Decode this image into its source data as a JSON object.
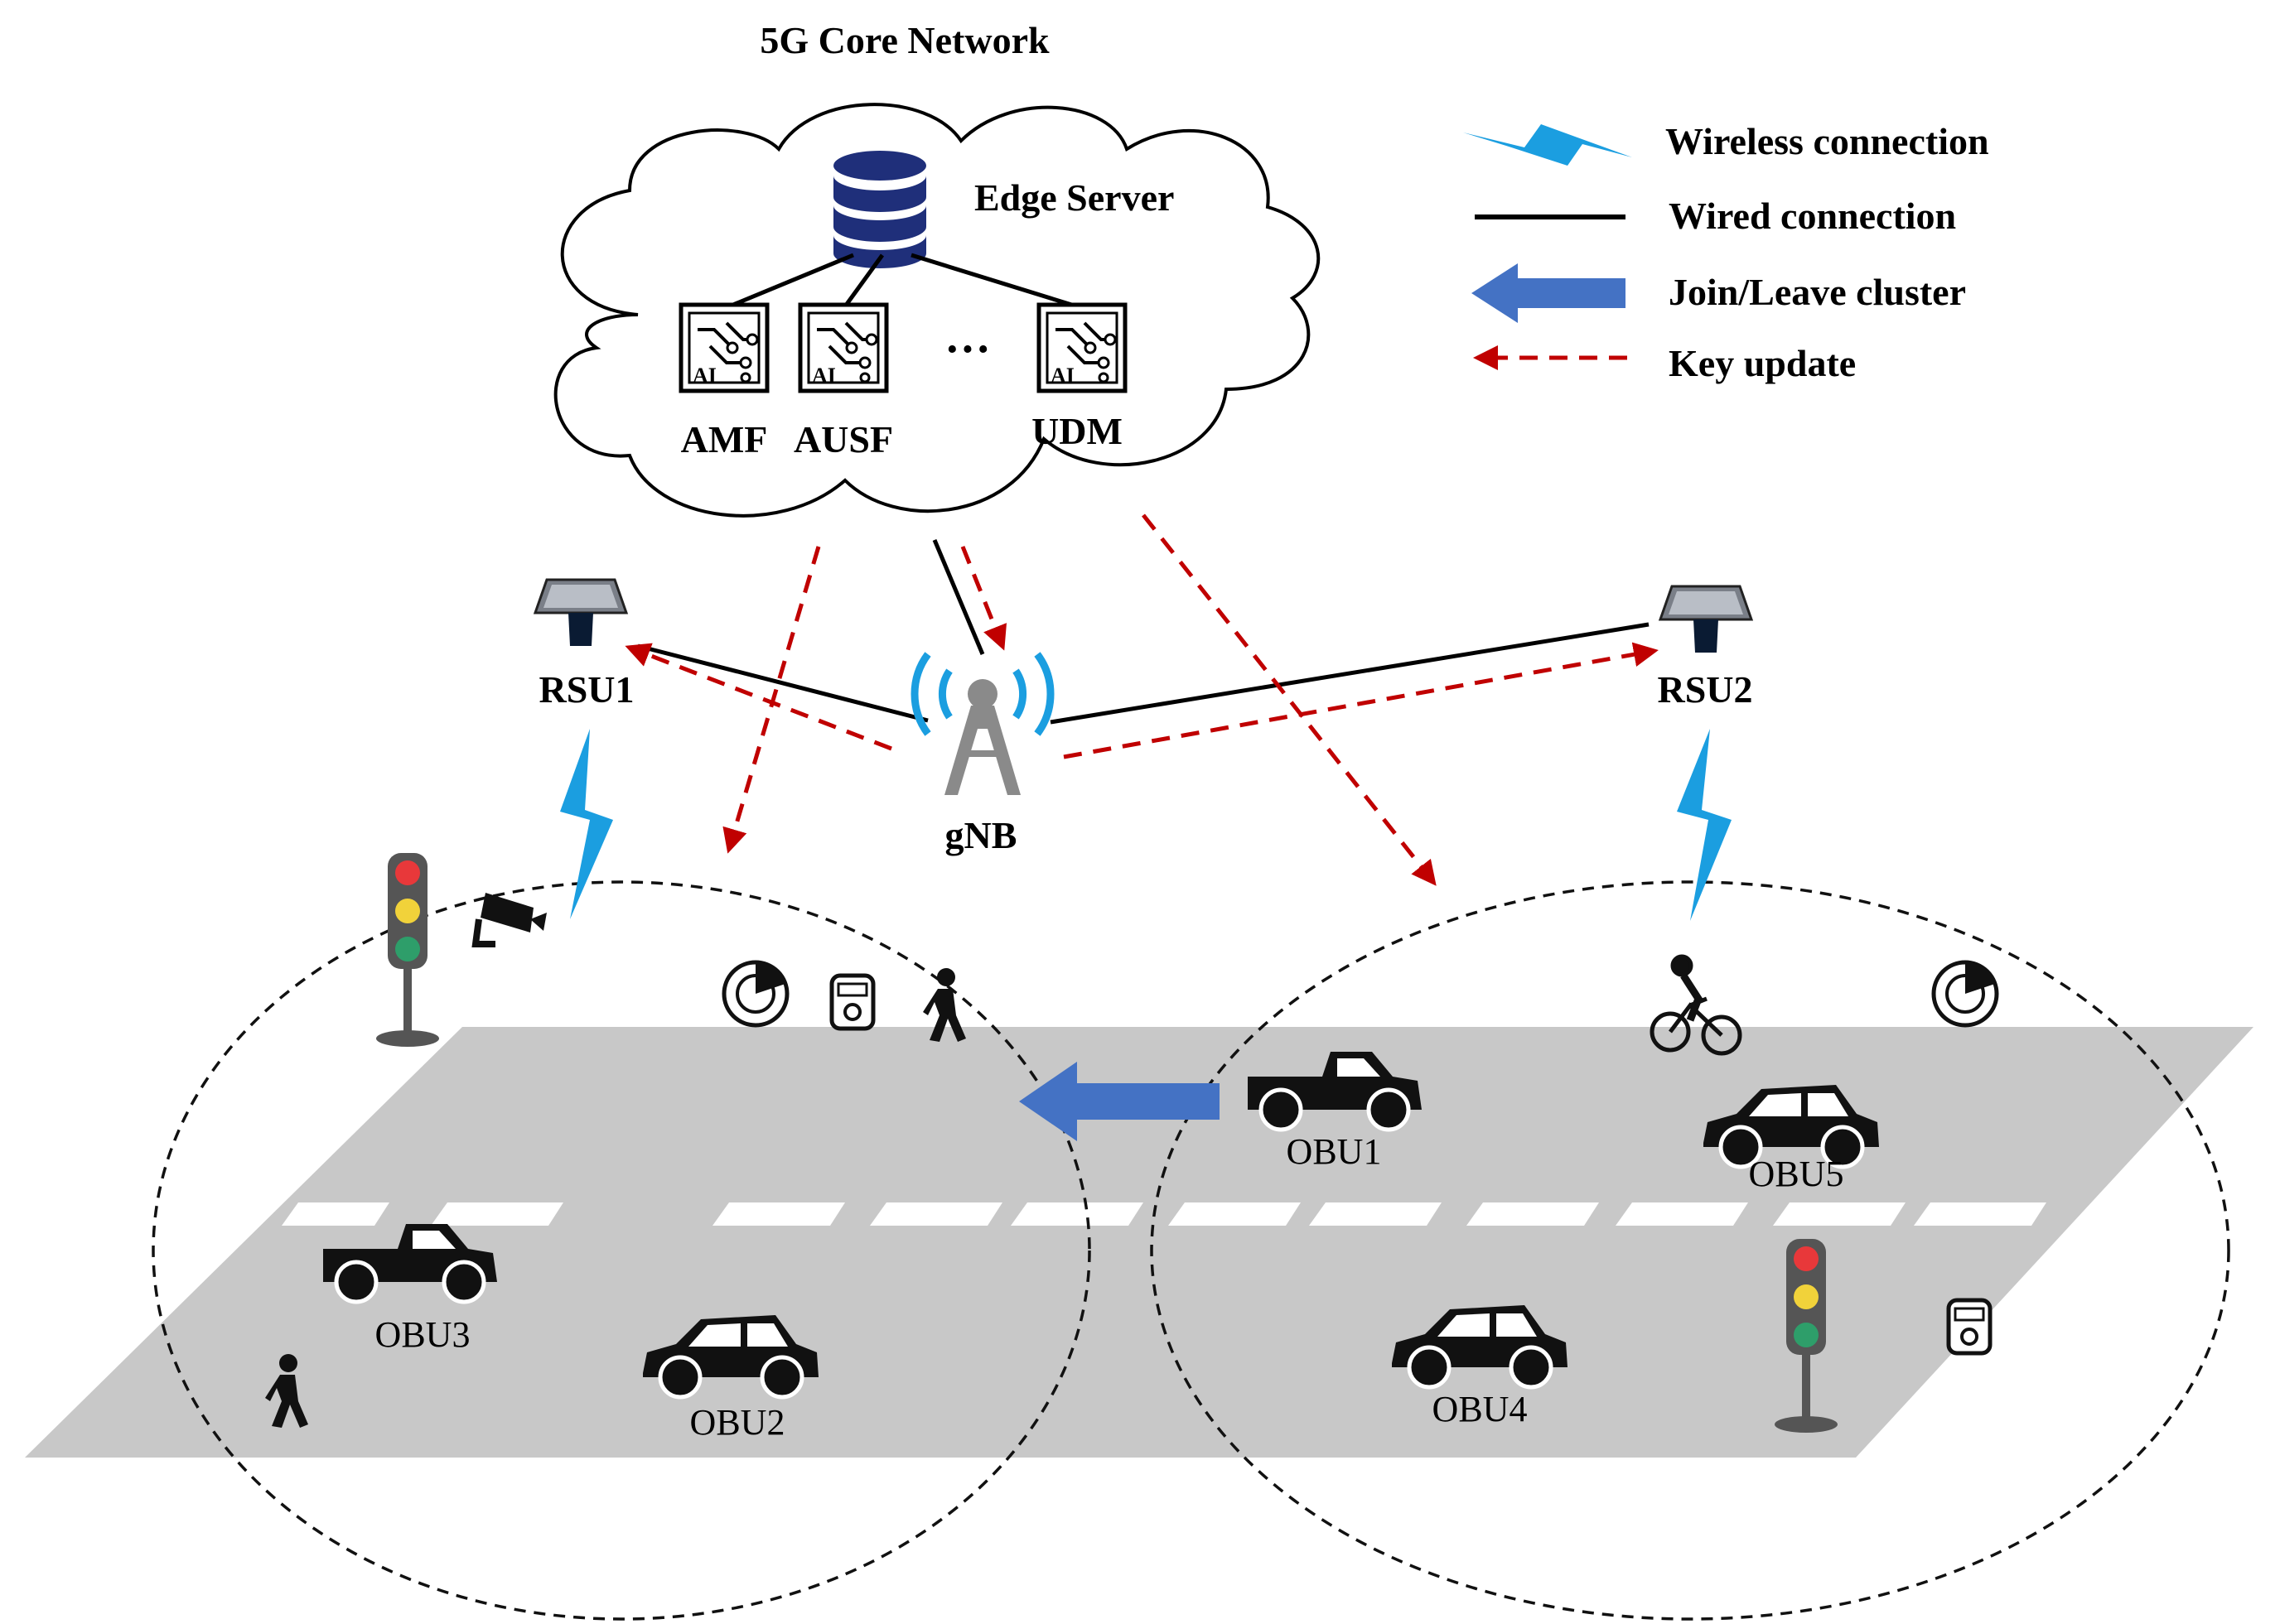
{
  "title": "5G Core Network",
  "cloud": {
    "edge_server_label": "Edge Server",
    "nf_labels": [
      "AMF",
      "AUSF",
      "UDM"
    ],
    "ellipsis": "···"
  },
  "legend": {
    "wireless": "Wireless connection",
    "wired": "Wired connection",
    "join_leave": "Join/Leave cluster",
    "key_update": "Key update"
  },
  "nodes": {
    "rsu1": "RSU1",
    "rsu2": "RSU2",
    "gnb": "gNB"
  },
  "vehicles": {
    "obu1": "OBU1",
    "obu2": "OBU2",
    "obu3": "OBU3",
    "obu4": "OBU4",
    "obu5": "OBU5"
  },
  "chip_label": "AI",
  "colors": {
    "wireless": "#1b9ee0",
    "join_arrow": "#4472c4",
    "key_update": "#c00000",
    "road": "#c8c8c8",
    "db": "#1f2f7a"
  }
}
